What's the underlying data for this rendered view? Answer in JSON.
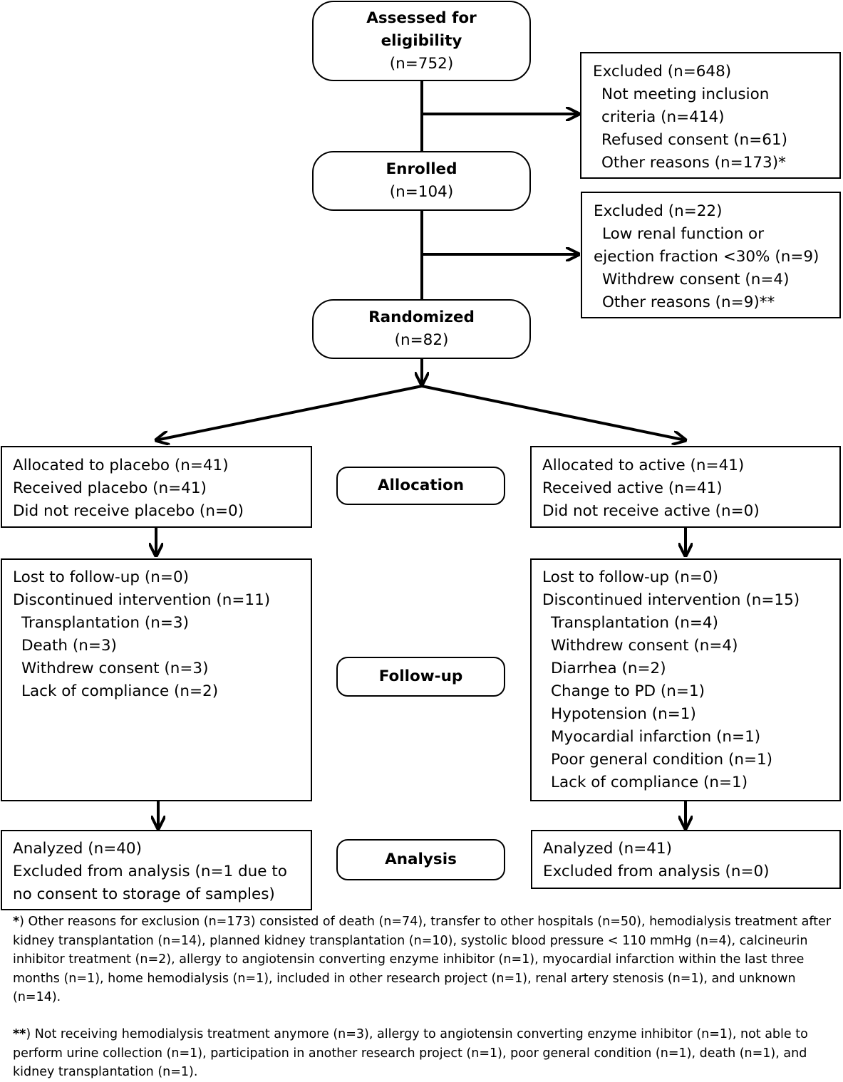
{
  "assessed": {
    "title": "Assessed for eligibility",
    "title_l1": "Assessed for",
    "title_l2": "eligibility",
    "n": "(n=752)"
  },
  "excluded1": {
    "header": "Excluded (n=648)",
    "items": [
      "Not meeting inclusion",
      "criteria (n=414)",
      "Refused consent (n=61)",
      "Other reasons (n=173)*"
    ]
  },
  "enrolled": {
    "title": "Enrolled",
    "n": "(n=104)"
  },
  "excluded2": {
    "header": "Excluded (n=22)",
    "items": [
      "Low renal function or",
      "ejection fraction <30% (n=9)",
      "Withdrew consent (n=4)",
      "Other reasons (n=9)**"
    ]
  },
  "randomized": {
    "title": "Randomized",
    "n": "(n=82)"
  },
  "stages": {
    "allocation": "Allocation",
    "followup": "Follow-up",
    "analysis": "Analysis"
  },
  "placebo": {
    "allocation": [
      "Allocated to placebo (n=41)",
      "Received placebo (n=41)",
      "Did not receive placebo (n=0)"
    ],
    "followup_lost": "Lost to follow-up (n=0)",
    "followup_disc": "Discontinued intervention (n=11)",
    "followup_reasons": [
      "Transplantation (n=3)",
      "Death (n=3)",
      "Withdrew consent (n=3)",
      "Lack of compliance (n=2)"
    ],
    "analysis": [
      "Analyzed (n=40)",
      "Excluded from analysis  (n=1 due to",
      "no consent to storage of samples)"
    ]
  },
  "active": {
    "allocation": [
      "Allocated to active (n=41)",
      "Received active (n=41)",
      "Did not receive active (n=0)"
    ],
    "followup_lost": "Lost to follow-up (n=0)",
    "followup_disc": "Discontinued intervention (n=15)",
    "followup_reasons": [
      "Transplantation (n=4)",
      "Withdrew consent (n=4)",
      "Diarrhea (n=2)",
      "Change to PD (n=1)",
      "Hypotension (n=1)",
      "Myocardial infarction (n=1)",
      "Poor general condition (n=1)",
      "Lack of compliance (n=1)"
    ],
    "analysis": [
      "Analyzed (n=41)",
      "Excluded from analysis (n=0)"
    ]
  },
  "footnotes": {
    "note1_marker": "*",
    "note1": ") Other reasons for exclusion (n=173) consisted of death (n=74), transfer to other hospitals (n=50), hemodialysis treatment after kidney transplantation (n=14), planned kidney transplantation (n=10), systolic blood pressure < 110 mmHg (n=4), calcineurin inhibitor treatment (n=2), allergy to angiotensin converting enzyme inhibitor (n=1), myocardial infarction within the last three months (n=1), home hemodialysis (n=1), included in other research project (n=1), renal artery stenosis (n=1), and unknown (n=14).",
    "note2_marker": "**",
    "note2": ") Not receiving hemodialysis treatment anymore (n=3), allergy to angiotensin converting enzyme inhibitor (n=1), not able to perform urine collection (n=1), participation in another research project (n=1), poor general condition (n=1), death (n=1), and kidney transplantation (n=1)."
  }
}
